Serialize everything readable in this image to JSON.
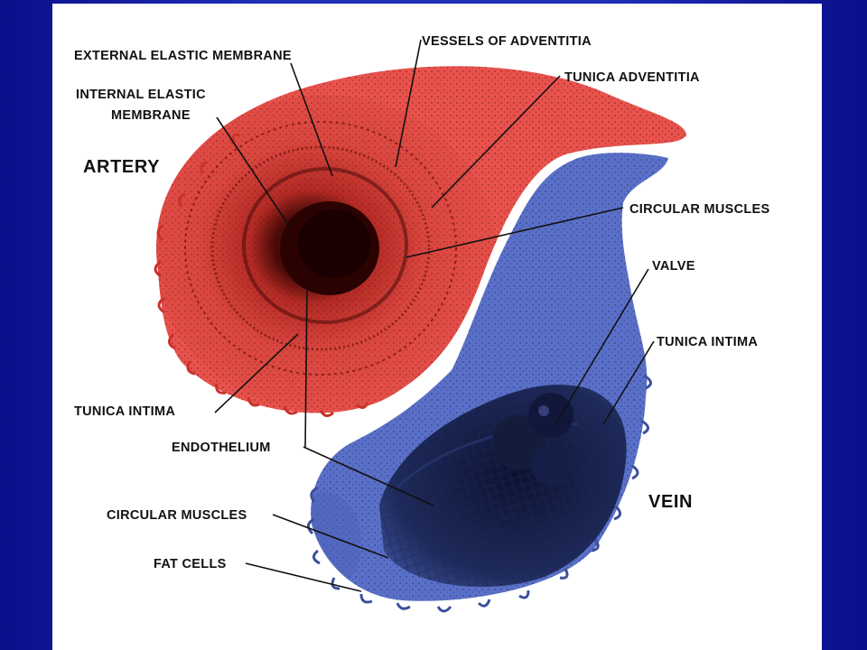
{
  "colors": {
    "background": "#1f2fb8",
    "panel": "#ffffff",
    "artery": "#e8524d",
    "artery_dark": "#3a0606",
    "vein": "#5a70c8",
    "vein_dark": "#141c3c"
  },
  "labels": {
    "external_elastic_membrane": "EXTERNAL ELASTIC MEMBRANE",
    "vessels_of_adventitia": "VESSELS OF ADVENTITIA",
    "tunica_adventitia": "TUNICA ADVENTITIA",
    "internal_elastic_membrane_1": "INTERNAL ELASTIC",
    "internal_elastic_membrane_2": "MEMBRANE",
    "artery": "ARTERY",
    "circular_muscles_artery": "CIRCULAR MUSCLES",
    "valve": "VALVE",
    "tunica_intima_vein": "TUNICA INTIMA",
    "tunica_intima_artery": "TUNICA INTIMA",
    "endothelium": "ENDOTHELIUM",
    "vein": "VEIN",
    "circular_muscles_vein": "CIRCULAR MUSCLES",
    "fat_cells": "FAT CELLS"
  }
}
